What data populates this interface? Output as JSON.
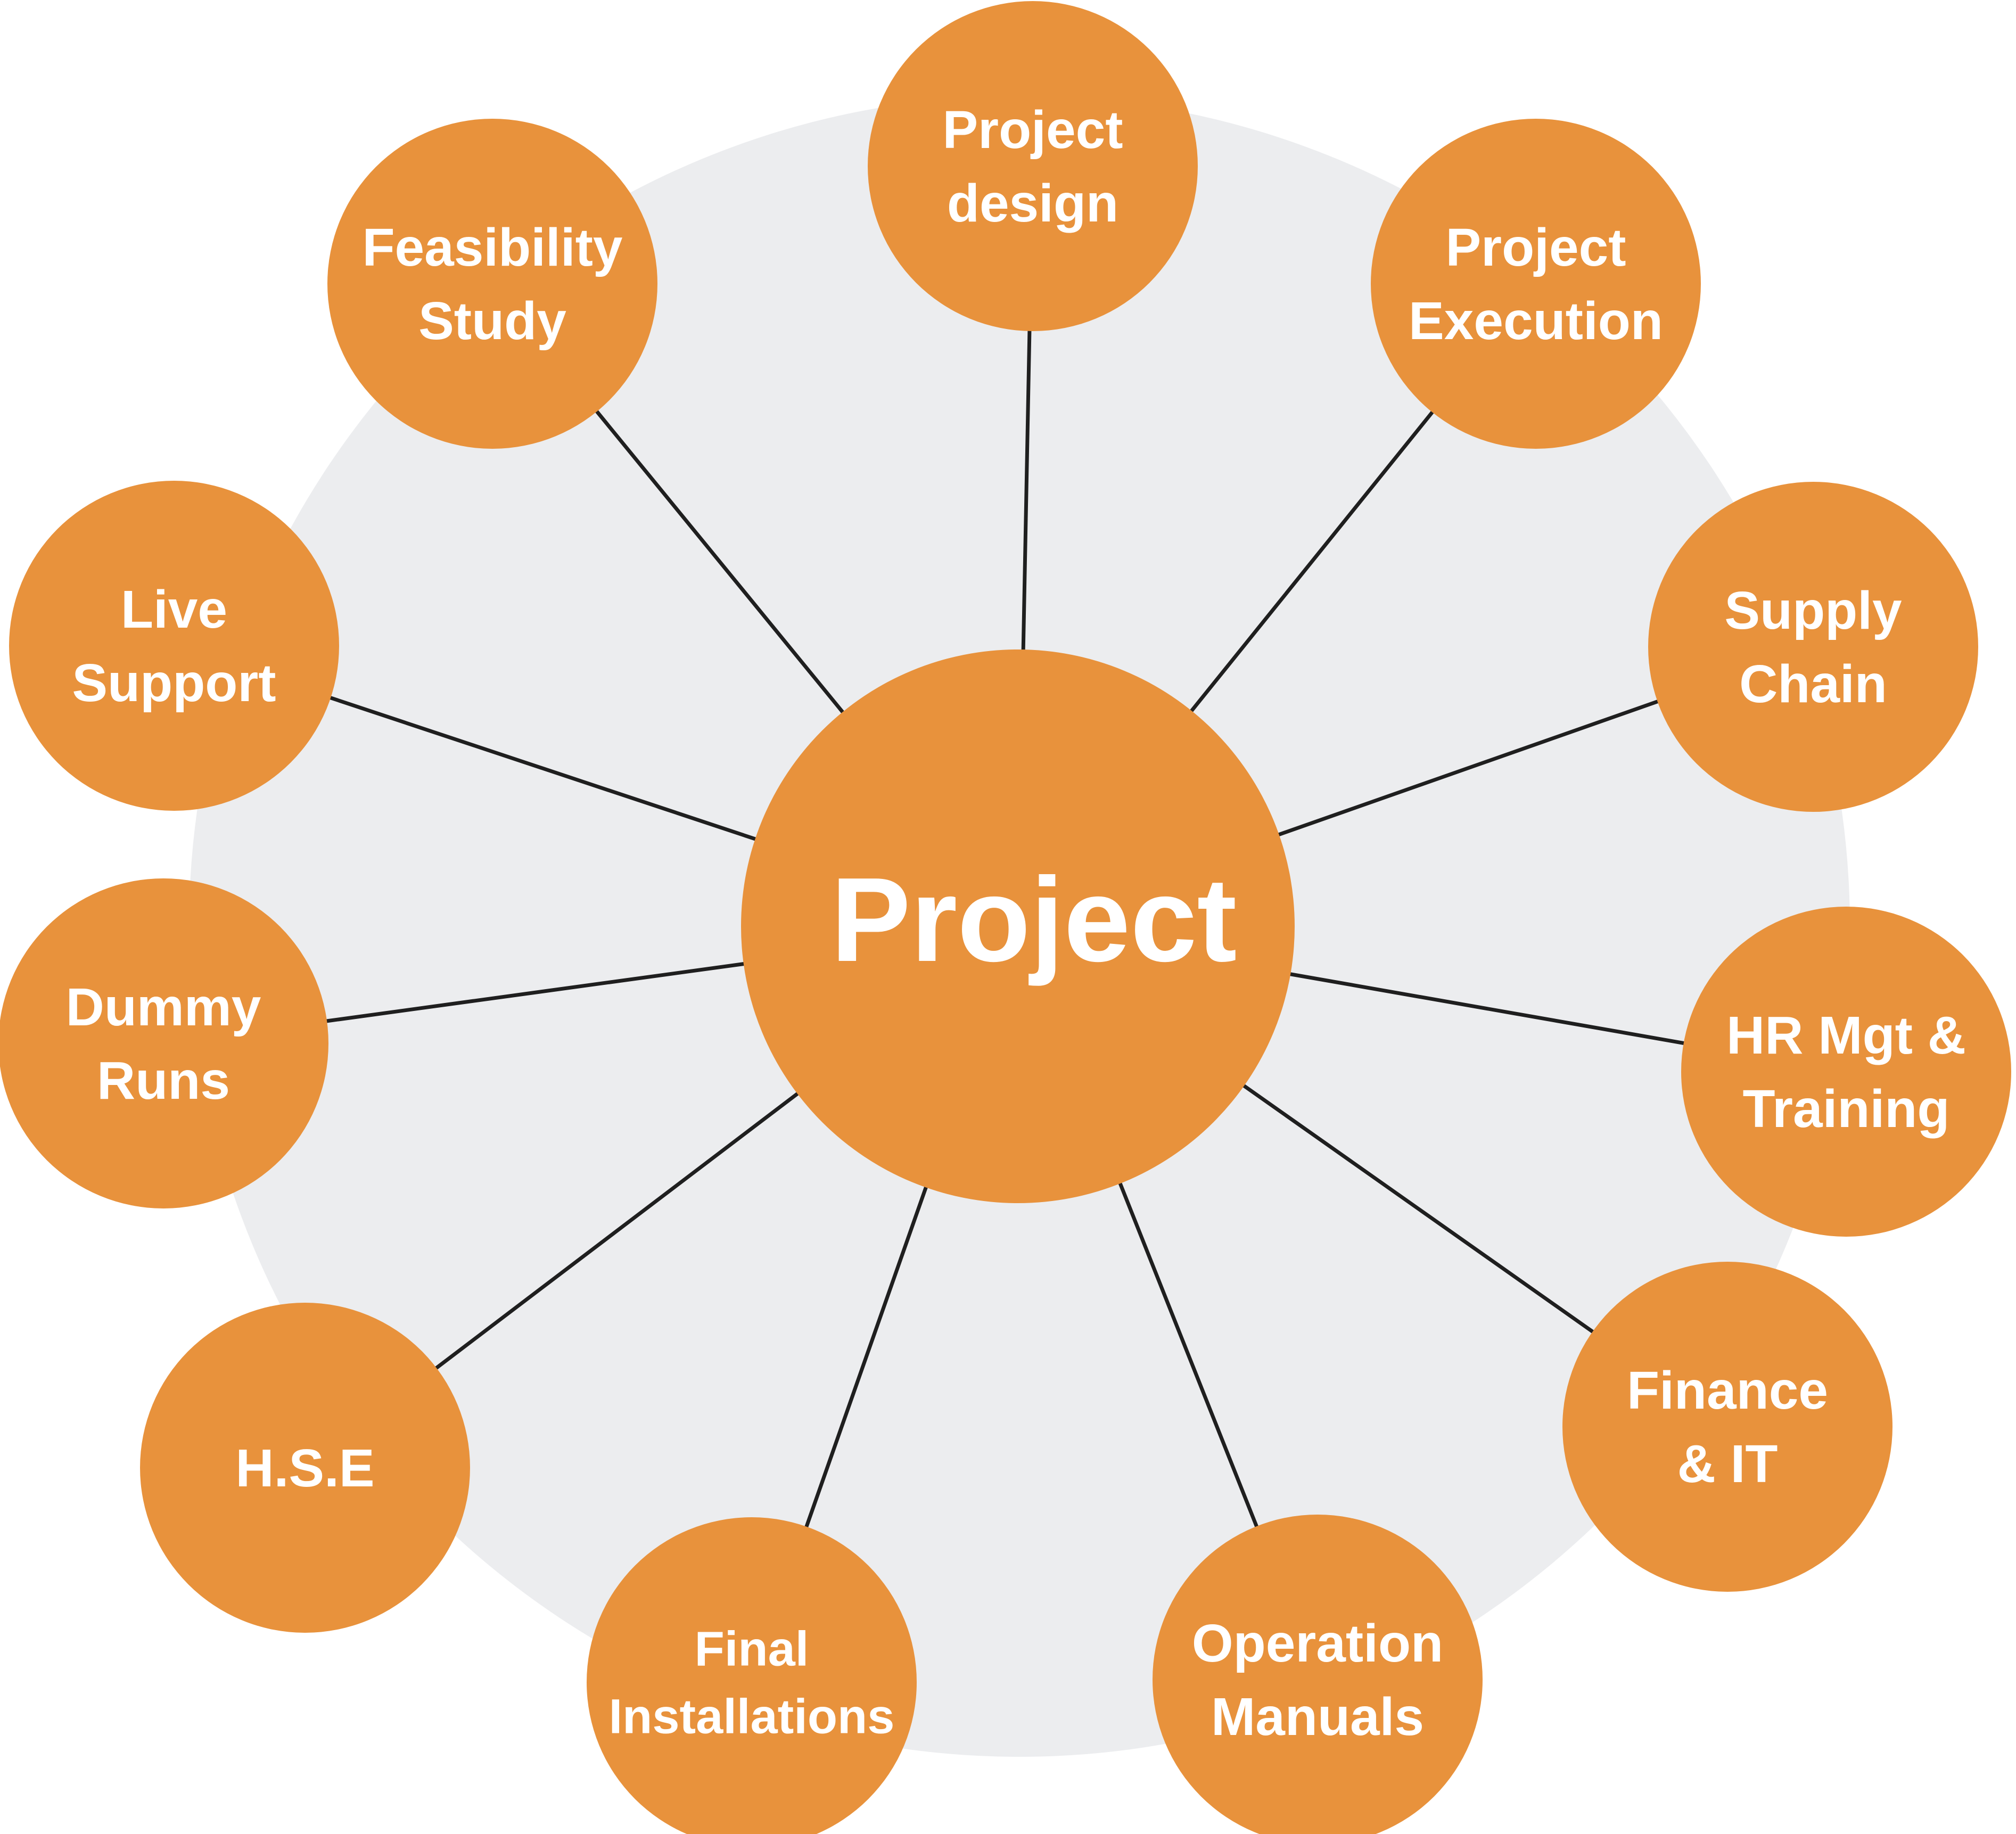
{
  "colors": {
    "background_disc": "#ECEDEF",
    "node_fill": "#E8923C",
    "connector": "#1F1F1F",
    "label_text": "#FFFFFF"
  },
  "center": {
    "label": "Project"
  },
  "nodes": [
    {
      "id": "project-design",
      "lines": [
        "Project",
        "design"
      ]
    },
    {
      "id": "project-execution",
      "lines": [
        "Project",
        "Execution"
      ]
    },
    {
      "id": "supply-chain",
      "lines": [
        "Supply",
        "Chain"
      ]
    },
    {
      "id": "hr-mgt-training",
      "lines": [
        "HR Mgt &",
        "Training"
      ]
    },
    {
      "id": "finance-it",
      "lines": [
        "Finance",
        "&  IT"
      ]
    },
    {
      "id": "operation-manuals",
      "lines": [
        "Operation",
        "Manuals"
      ]
    },
    {
      "id": "final-installations",
      "lines": [
        "Final",
        "Installations"
      ]
    },
    {
      "id": "hse",
      "lines": [
        "H.S.E"
      ]
    },
    {
      "id": "dummy-runs",
      "lines": [
        "Dummy",
        "Runs"
      ]
    },
    {
      "id": "live-support",
      "lines": [
        "Live",
        "Support"
      ]
    },
    {
      "id": "feasibility-study",
      "lines": [
        "Feasibility",
        "Study"
      ]
    }
  ]
}
